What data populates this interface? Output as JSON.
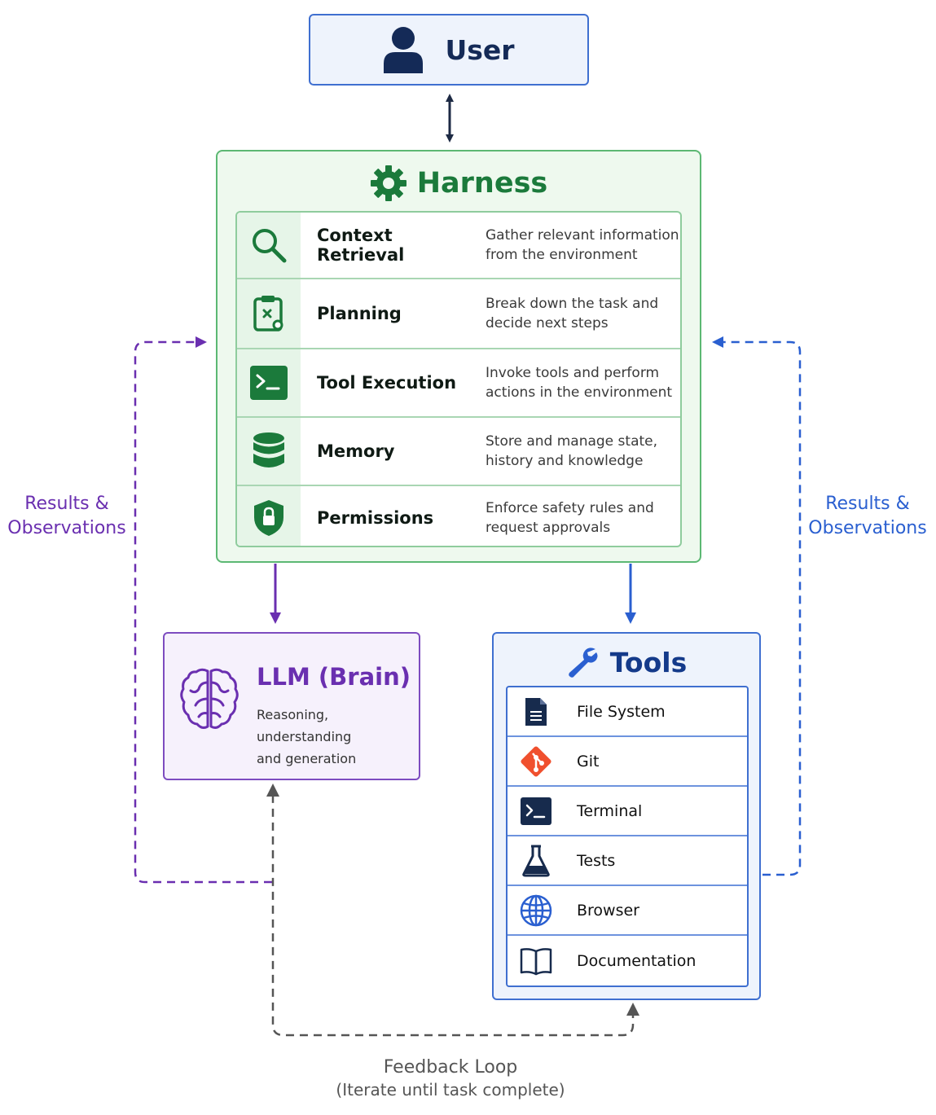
{
  "user": {
    "title": "User"
  },
  "harness": {
    "title": "Harness",
    "rows": [
      {
        "icon": "magnifier-icon",
        "name": "Context Retrieval",
        "desc_line1": "Gather relevant information",
        "desc_line2": "from the environment"
      },
      {
        "icon": "clipboard-icon",
        "name": "Planning",
        "desc_line1": "Break down the task and",
        "desc_line2": "decide next steps"
      },
      {
        "icon": "terminal-icon",
        "name": "Tool Execution",
        "desc_line1": "Invoke tools and perform",
        "desc_line2": "actions in the environment"
      },
      {
        "icon": "database-icon",
        "name": "Memory",
        "desc_line1": "Store and manage state,",
        "desc_line2": "history and knowledge"
      },
      {
        "icon": "shield-lock-icon",
        "name": "Permissions",
        "desc_line1": "Enforce safety rules and",
        "desc_line2": "request approvals"
      }
    ]
  },
  "llm": {
    "title": "LLM (Brain)",
    "sub_line1": "Reasoning, understanding",
    "sub_line2": "and generation"
  },
  "tools": {
    "title": "Tools",
    "items": [
      {
        "icon": "file-icon",
        "label": "File System"
      },
      {
        "icon": "git-icon",
        "label": "Git"
      },
      {
        "icon": "terminal-icon",
        "label": "Terminal"
      },
      {
        "icon": "flask-icon",
        "label": "Tests"
      },
      {
        "icon": "globe-icon",
        "label": "Browser"
      },
      {
        "icon": "book-icon",
        "label": "Documentation"
      }
    ]
  },
  "labels": {
    "left_line1": "Results &",
    "left_line2": "Observations",
    "right_line1": "Results &",
    "right_line2": "Observations"
  },
  "feedback": {
    "title": "Feedback Loop",
    "subtitle": "(Iterate until task complete)"
  },
  "colors": {
    "harness_green": "#1b7a3b",
    "llm_purple": "#6a2fb0",
    "tools_blue": "#2a5fd0",
    "user_navy": "#142a57",
    "feedback_gray": "#555555"
  }
}
